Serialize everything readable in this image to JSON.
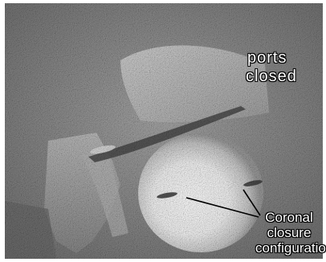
{
  "figure": {
    "label_ports_line1": "ports",
    "label_ports_line2": "closed",
    "label_coronal_line1": "Coronal",
    "label_coronal_line2": "closure",
    "label_coronal_line3": "configuration"
  },
  "colors": {
    "background_frame": "#ffffff",
    "grain_dark": "#5a5a5a",
    "grain_light": "#c8c8c8",
    "sphere_highlight": "#ffffff",
    "leader_line": "#000000"
  }
}
